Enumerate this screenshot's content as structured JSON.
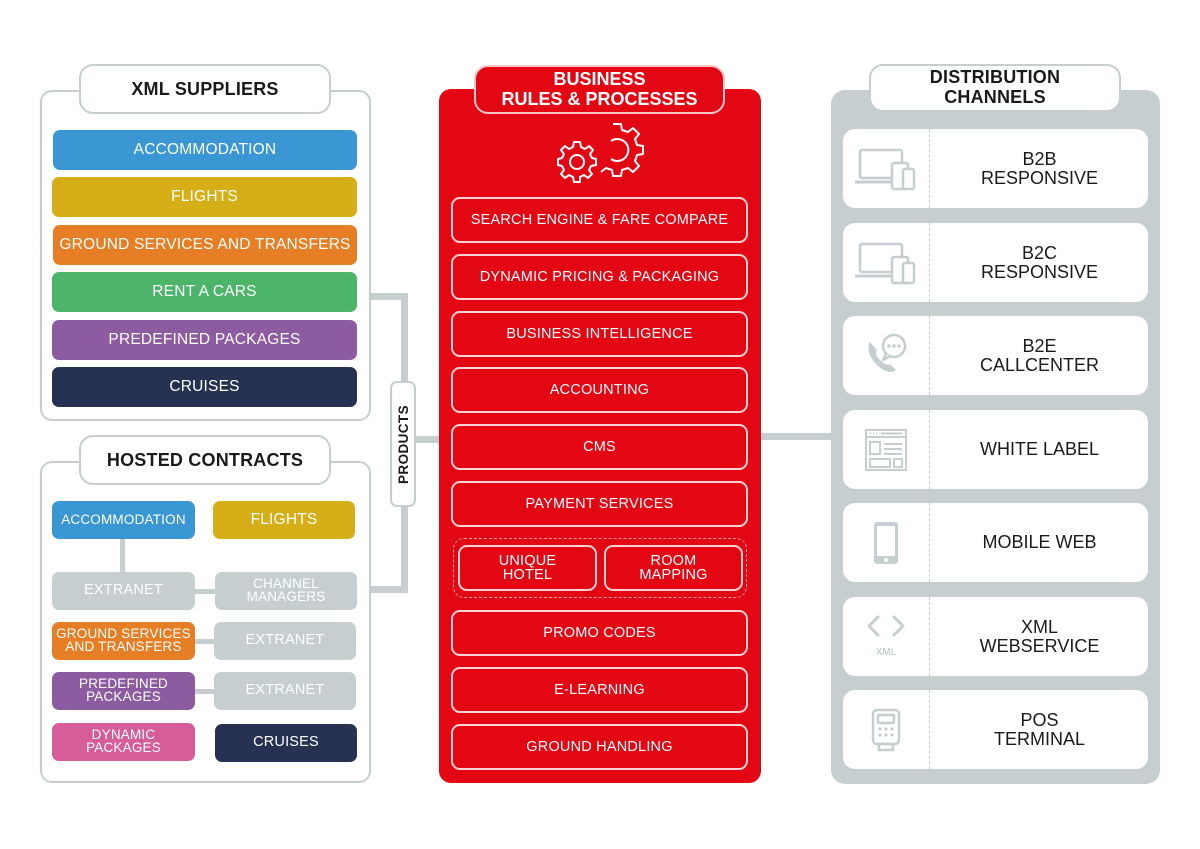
{
  "colors": {
    "accommodation": "#3a97d4",
    "flights": "#d5ae18",
    "ground": "#e57e25",
    "cars": "#4db56a",
    "packages": "#8c5ba0",
    "cruises": "#273252",
    "dynamic": "#d75c9a",
    "extranet": "#c6ced0",
    "red": "#e30613",
    "grey": "#c6ced0"
  },
  "xml_suppliers": {
    "title": "XML SUPPLIERS",
    "items": [
      {
        "label": "ACCOMMODATION"
      },
      {
        "label": "FLIGHTS"
      },
      {
        "label": "GROUND SERVICES AND TRANSFERS"
      },
      {
        "label": "RENT A CARS"
      },
      {
        "label": "PREDEFINED PACKAGES"
      },
      {
        "label": "CRUISES"
      }
    ]
  },
  "hosted_contracts": {
    "title": "HOSTED CONTRACTS",
    "accommodation": "ACCOMMODATION",
    "flights": "FLIGHTS",
    "extranet_1": "EXTRANET",
    "channel_managers_1": "CHANNEL",
    "channel_managers_2": "MANAGERS",
    "ground_1": "GROUND SERVICES",
    "ground_2": "AND TRANSFERS",
    "extranet_2": "EXTRANET",
    "predefined_1": "PREDEFINED",
    "predefined_2": "PACKAGES",
    "extranet_3": "EXTRANET",
    "dynamic_1": "DYNAMIC",
    "dynamic_2": "PACKAGES",
    "cruises": "CRUISES"
  },
  "products_label": "PRODUCTS",
  "business_rules": {
    "title_1": "BUSINESS",
    "title_2": "RULES & PROCESSES",
    "icon": "gears-icon",
    "items": [
      {
        "label": "SEARCH ENGINE & FARE COMPARE"
      },
      {
        "label": "DYNAMIC PRICING & PACKAGING"
      },
      {
        "label": "BUSINESS INTELLIGENCE"
      },
      {
        "label": "ACCOUNTING"
      },
      {
        "label": "CMS"
      },
      {
        "label": "PAYMENT SERVICES"
      }
    ],
    "grouped": [
      {
        "line1": "UNIQUE",
        "line2": "HOTEL"
      },
      {
        "line1": "ROOM",
        "line2": "MAPPING"
      }
    ],
    "items_after": [
      {
        "label": "PROMO CODES"
      },
      {
        "label": "E-LEARNING"
      },
      {
        "label": "GROUND HANDLING"
      }
    ]
  },
  "distribution": {
    "title_1": "DISTRIBUTION",
    "title_2": "CHANNELS",
    "channels": [
      {
        "line1": "B2B",
        "line2": "RESPONSIVE",
        "icon": "responsive-devices-icon"
      },
      {
        "line1": "B2C",
        "line2": "RESPONSIVE",
        "icon": "responsive-devices-icon"
      },
      {
        "line1": "B2E",
        "line2": "CALLCENTER",
        "icon": "phone-chat-icon"
      },
      {
        "line1": "WHITE LABEL",
        "line2": "",
        "icon": "webpage-layout-icon"
      },
      {
        "line1": "MOBILE WEB",
        "line2": "",
        "icon": "smartphone-icon"
      },
      {
        "line1": "XML",
        "line2": "WEBSERVICE",
        "icon": "code-brackets-icon",
        "icon_caption": "XML"
      },
      {
        "line1": "POS",
        "line2": "TERMINAL",
        "icon": "pos-terminal-icon"
      }
    ]
  }
}
